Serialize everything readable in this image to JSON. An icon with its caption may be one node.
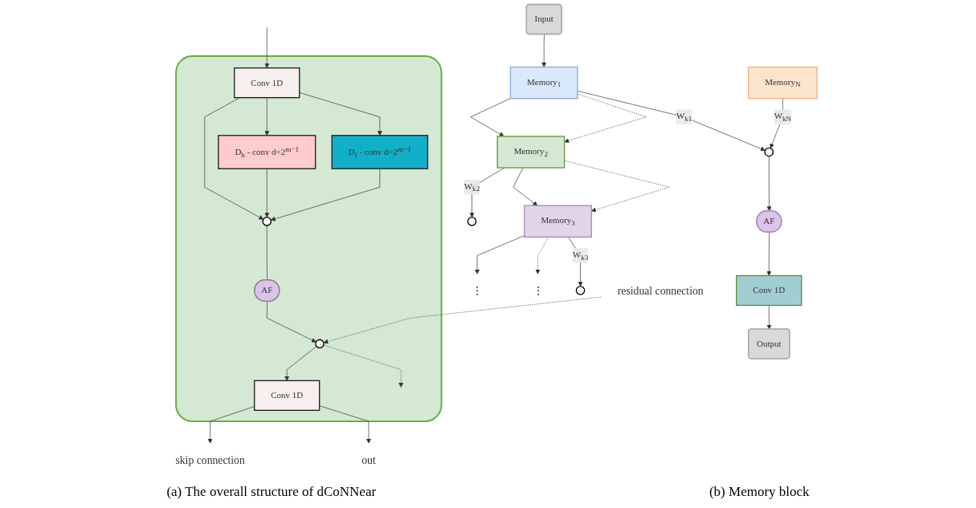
{
  "diagram": {
    "nodes": [
      {
        "text": [
          "Input"
        ]
      },
      {
        "text": [
          "Output"
        ]
      },
      {
        "text": [
          "Memory$_{1}$"
        ]
      },
      {
        "text": [
          "Memory$_{2}$"
        ]
      },
      {
        "text": [
          "Memory$_{3}$"
        ]
      },
      {
        "text": [
          "⋮"
        ]
      },
      {
        "text": [
          "⋮"
        ]
      },
      {
        "text": [
          "Memory$_{N}$"
        ]
      },
      {
        "text": [
          "Conv 1D"
        ]
      },
      {
        "text": [
          "AF"
        ]
      },
      {
        "text": [],
        "shape": "circle"
      },
      {
        "text": [],
        "shape": "circle"
      },
      {
        "text": [],
        "shape": "circle"
      },
      {
        "text": [],
        "shape": "box"
      },
      {
        "text": [
          "Conv 1D"
        ],
        "in": 13
      },
      {
        "text": [
          "D$_{h}$ - conv d=2$^{m−1}$"
        ],
        "in": 13
      },
      {
        "text": [
          "D$_{f}$ - conv d=2$^{m−1}$"
        ],
        "in": 13
      },
      {
        "text": [],
        "shape": "circle",
        "in": 13
      },
      {
        "text": [
          "AF"
        ],
        "in": 13
      },
      {
        "text": [],
        "shape": "circle",
        "in": 13
      },
      {
        "text": [
          "Conv 1D"
        ],
        "in": 13
      },
      {
        "text": [
          "residual connection"
        ]
      },
      {
        "text": [
          "skip connection"
        ]
      },
      {
        "text": [
          "out"
        ]
      }
    ],
    "edges": [
      {
        "from": 0,
        "to": 2,
        "arrow": "to"
      },
      {
        "from": 2,
        "to": 3,
        "arrow": "to"
      },
      {
        "from": 2,
        "to": 3,
        "arrow": "to",
        "style": "dashed"
      },
      {
        "from": 3,
        "to": 4,
        "arrow": "to"
      },
      {
        "from": 3,
        "to": 4,
        "arrow": "to",
        "style": "dashed"
      },
      {
        "from": 4,
        "to": 5,
        "arrow": "to"
      },
      {
        "from": 4,
        "to": 6,
        "arrow": "to",
        "style": "dashed"
      },
      {
        "from": 2,
        "to": 12,
        "label": "W$_{k1}$",
        "arrow": "to"
      },
      {
        "from": 3,
        "to": 10,
        "label": "W$_{k2}$",
        "arrow": "to"
      },
      {
        "from": 4,
        "to": 11,
        "label": "W$_{k3}$",
        "arrow": "to"
      },
      {
        "from": 7,
        "to": 12,
        "label": "W$_{kN}$",
        "arrow": "to"
      },
      {
        "from": 12,
        "to": 9,
        "arrow": "to"
      },
      {
        "from": 9,
        "to": 8,
        "arrow": "to"
      },
      {
        "from": 8,
        "to": 1,
        "arrow": "to"
      },
      {
        "from": null,
        "to": 14,
        "arrow": "to"
      },
      {
        "from": 14,
        "to": 15,
        "arrow": "to"
      },
      {
        "from": 14,
        "to": 16,
        "arrow": "to"
      },
      {
        "from": 14,
        "to": 17,
        "arrow": "to"
      },
      {
        "from": 15,
        "to": 17,
        "arrow": "to"
      },
      {
        "from": 16,
        "to": 17,
        "arrow": "to"
      },
      {
        "from": 17,
        "to": 18,
        "arrow": "none"
      },
      {
        "from": 18,
        "to": 19,
        "arrow": "to"
      },
      {
        "from": 21,
        "to": 19,
        "arrow": "to",
        "style": "dashed"
      },
      {
        "from": 19,
        "to": 20,
        "arrow": "to"
      },
      {
        "from": 19,
        "to": null,
        "arrow": "to",
        "style": "dashed"
      },
      {
        "from": 20,
        "to": 22,
        "arrow": "to"
      },
      {
        "from": 20,
        "to": 23,
        "arrow": "to"
      }
    ],
    "labels": [
      "(a) The overall structure of dCoNNear",
      "(b) Memory block"
    ]
  }
}
